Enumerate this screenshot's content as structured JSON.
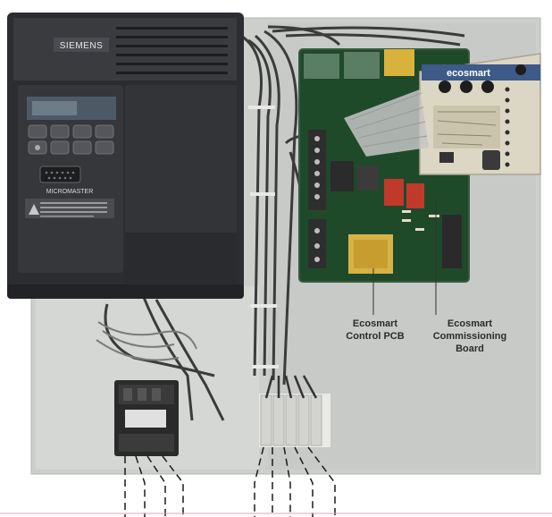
{
  "photo_labels": {
    "inverter_brand": "SIEMENS",
    "inverter_model": "MICROMASTER",
    "board_brand": "ecosmart"
  },
  "callouts": {
    "control_pcb": [
      "Ecosmart",
      "Control PCB"
    ],
    "commissioning_board": [
      "Ecosmart",
      "Commissioning",
      "Board"
    ]
  },
  "colors": {
    "inverter_body": "#2f3033",
    "panel_background": "#c9cbc8",
    "pcb_green": "#1f4a2a",
    "board_cream": "#d9d4c4",
    "label_text": "#2b2b2b",
    "accent_pink": "#e8a0b0"
  }
}
